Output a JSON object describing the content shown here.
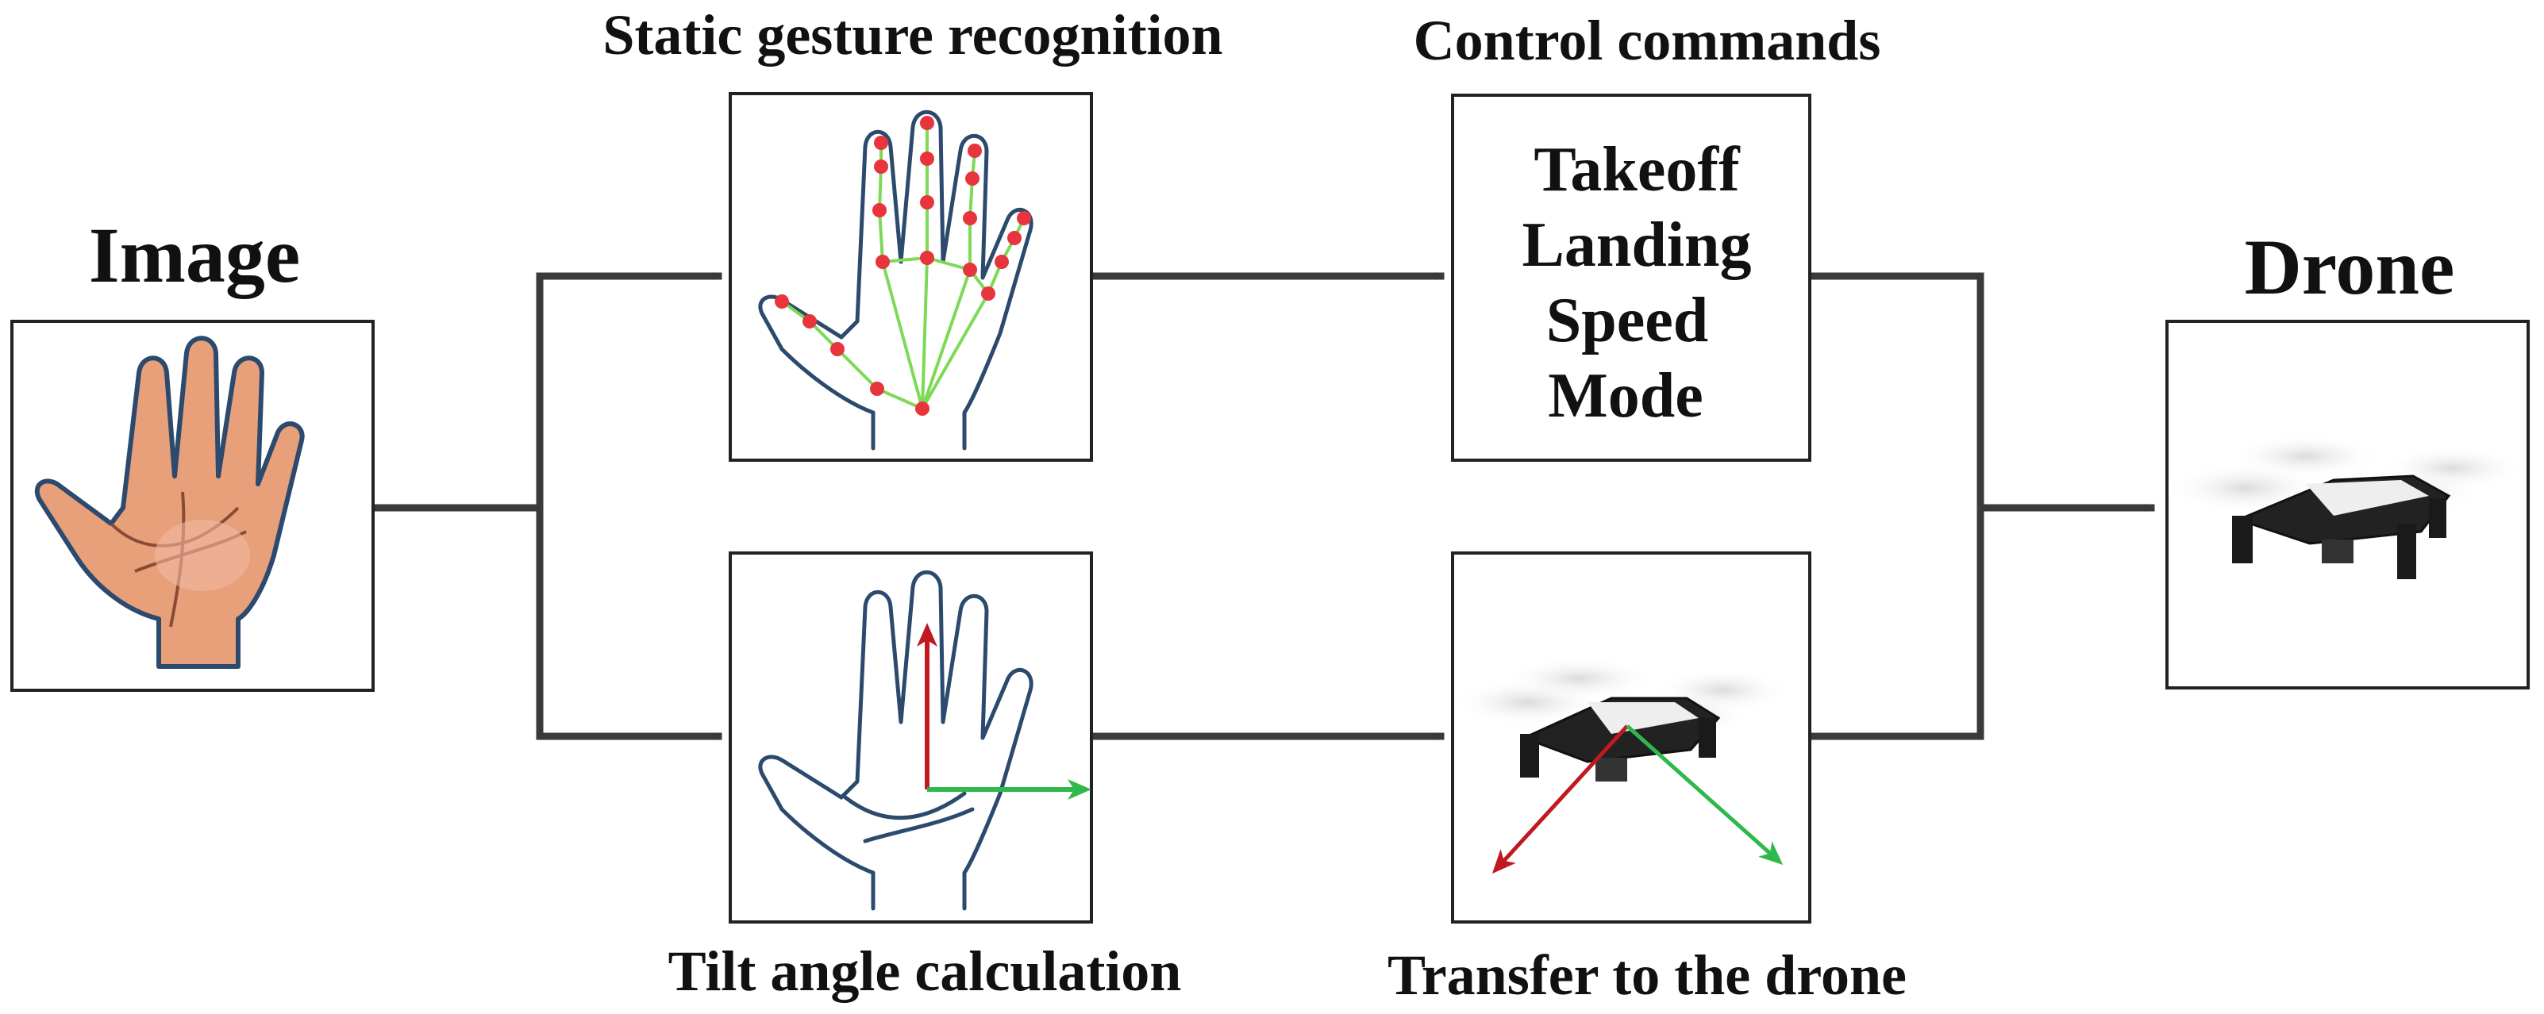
{
  "labels": {
    "image": "Image",
    "drone": "Drone",
    "static_gesture": "Static gesture recognition",
    "control_commands": "Control commands",
    "tilt_angle": "Tilt angle calculation",
    "transfer": "Transfer to the drone"
  },
  "commands": [
    "Takeoff",
    "Landing",
    "Speed",
    "Mode"
  ],
  "colors": {
    "connector": "#3a3a3a",
    "skin": "#e8a07a",
    "landmark_point": "#e8343c",
    "landmark_line": "#7ed957",
    "axis_red": "#c0191f",
    "axis_green": "#2fb84b",
    "outline": "#2c4a6e"
  }
}
